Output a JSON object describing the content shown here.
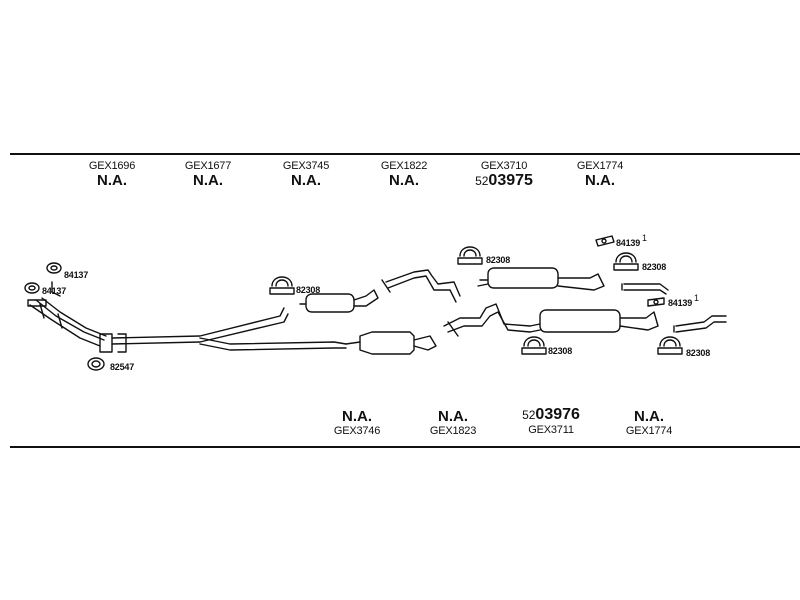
{
  "top_row": [
    {
      "code": "GEX1696",
      "status": "N.A."
    },
    {
      "code": "GEX1677",
      "status": "N.A."
    },
    {
      "code": "GEX3745",
      "status": "N.A."
    },
    {
      "code": "GEX1822",
      "status": "N.A."
    },
    {
      "code": "GEX3710",
      "article_prefix": "52",
      "article_main": "03975"
    },
    {
      "code": "GEX1774",
      "status": "N.A."
    }
  ],
  "bottom_row": [
    {
      "code": "GEX3746",
      "status": "N.A."
    },
    {
      "code": "GEX1823",
      "status": "N.A."
    },
    {
      "code": "GEX3711",
      "article_prefix": "52",
      "article_main": "03976"
    },
    {
      "code": "GEX1774",
      "status": "N.A."
    }
  ],
  "part_numbers": {
    "p84137a": "84137",
    "p84137b": "84137",
    "p82547": "82547",
    "p82308a": "82308",
    "p82308b": "82308",
    "p82308c": "82308",
    "p82308d": "82308",
    "p82308e": "82308",
    "p84139a": "84139",
    "p84139b": "84139",
    "sup1": "1",
    "sup2": "1"
  }
}
